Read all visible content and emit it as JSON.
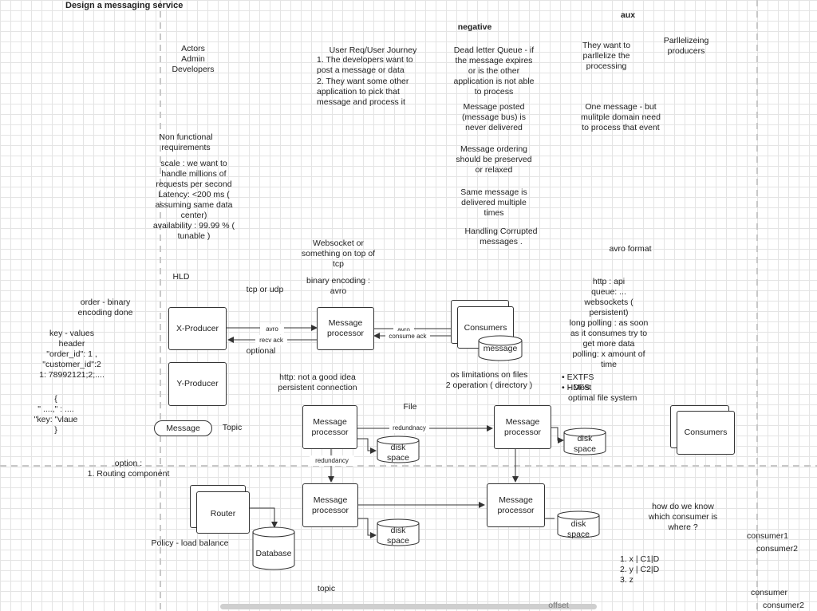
{
  "page": {
    "title": "Design a messaging service",
    "aux_label": "aux",
    "negative_label": "negative"
  },
  "actors": {
    "label": "Actors",
    "item": "Admin",
    "developers": "Developers"
  },
  "journey": {
    "title": "User Req/User Journey",
    "item1": "1. The developers want to\n    post a message or data",
    "item2": "2. They want some other\n    application to pick that\n    message and process it"
  },
  "negative": {
    "dlq": "Dead letter Queue - if\nthe message expires\nor is the other\napplication is not able\nto process",
    "never_delivered": "Message posted\n(message bus) is\nnever delivered",
    "ordering": "Message ordering\nshould be preserved\nor relaxed",
    "same_message": "Same message is\ndelivered multiple\ntimes",
    "corrupted": "Handling Corrupted\nmessages ."
  },
  "aux": {
    "parallelize": "They want to\nparllelize the\nprocessing",
    "producers": "Parllelizeing\nproducers",
    "one_message": "One message - but\nmulitple domain need\nto process that event"
  },
  "nfr": {
    "title": "Non functional\nrequirements",
    "details": "scale : we want to\nhandle millions of\nrequests per second\nLatency: <200 ms (\nassuming same data\ncenter)\navailability : 99.99 % (\ntunable )"
  },
  "notes": {
    "websocket": "Websocket or\nsomething on top of\ntcp",
    "binary_encoding": "binary encoding :\navro",
    "hld": "HLD",
    "tcp_udp": "tcp or udp",
    "avro_format": "avro format",
    "transports": "http : api\nqueue: ...\nwebsockets (\npersistent)\nlong polling :   as soon\nas it consumes try to\nget more data\npolling: x amount of\ntime",
    "fs_list": "• EXTFS\n• HDFS",
    "fs_note": "- Most\noptimal file system",
    "order_binary": "order - binary\nencoding done",
    "kv": "key - values\nheader\n\"order_id\": 1 ,\n\"customer_id\":2\n1: 78992121;2;....",
    "json": "{\n\" ....,\" : ....\n\"key: \"vlaue\n}",
    "optional": "optional",
    "http_bad": "http: not a good idea\npersistent connection",
    "os_limits": "os limitations on files\n2 operation ( directory )",
    "file": "File",
    "topic_label": "Topic",
    "option": "option :\n1. Routing component",
    "policy": "Policy - load balance",
    "topic_bottom": "topic",
    "how_know": "how do we know\nwhich consumer is\nwhere ?",
    "mapping": "1. x | C1|D\n2. y | C2|D\n3. z",
    "consumer1": "consumer1",
    "consumer2": "consumer2",
    "consumer": "consumer",
    "consumer2b": "consumer2",
    "offset": "offset"
  },
  "boxes": {
    "x_producer": "X-Producer",
    "y_producer": "Y-Producer",
    "message_processor": "Message\nprocessor",
    "consumers": "Consumers",
    "message_cyl": "message",
    "message_pill": "Message",
    "disk_space": "disk\nspace",
    "router": "Router",
    "database": "Database"
  },
  "edges": {
    "avro": "avro",
    "recv_ack": "recv ack",
    "avro2": "avro",
    "consume_ack": "consume ack",
    "redundnacy": "redundnacy",
    "redundancy": "redundancy"
  }
}
